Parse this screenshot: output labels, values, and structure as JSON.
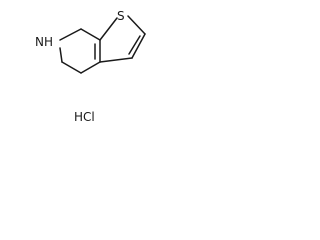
{
  "molecule": {
    "atom_labels": {
      "nitrogen": "NH",
      "sulfur": "S"
    },
    "counterion": "HCl"
  }
}
